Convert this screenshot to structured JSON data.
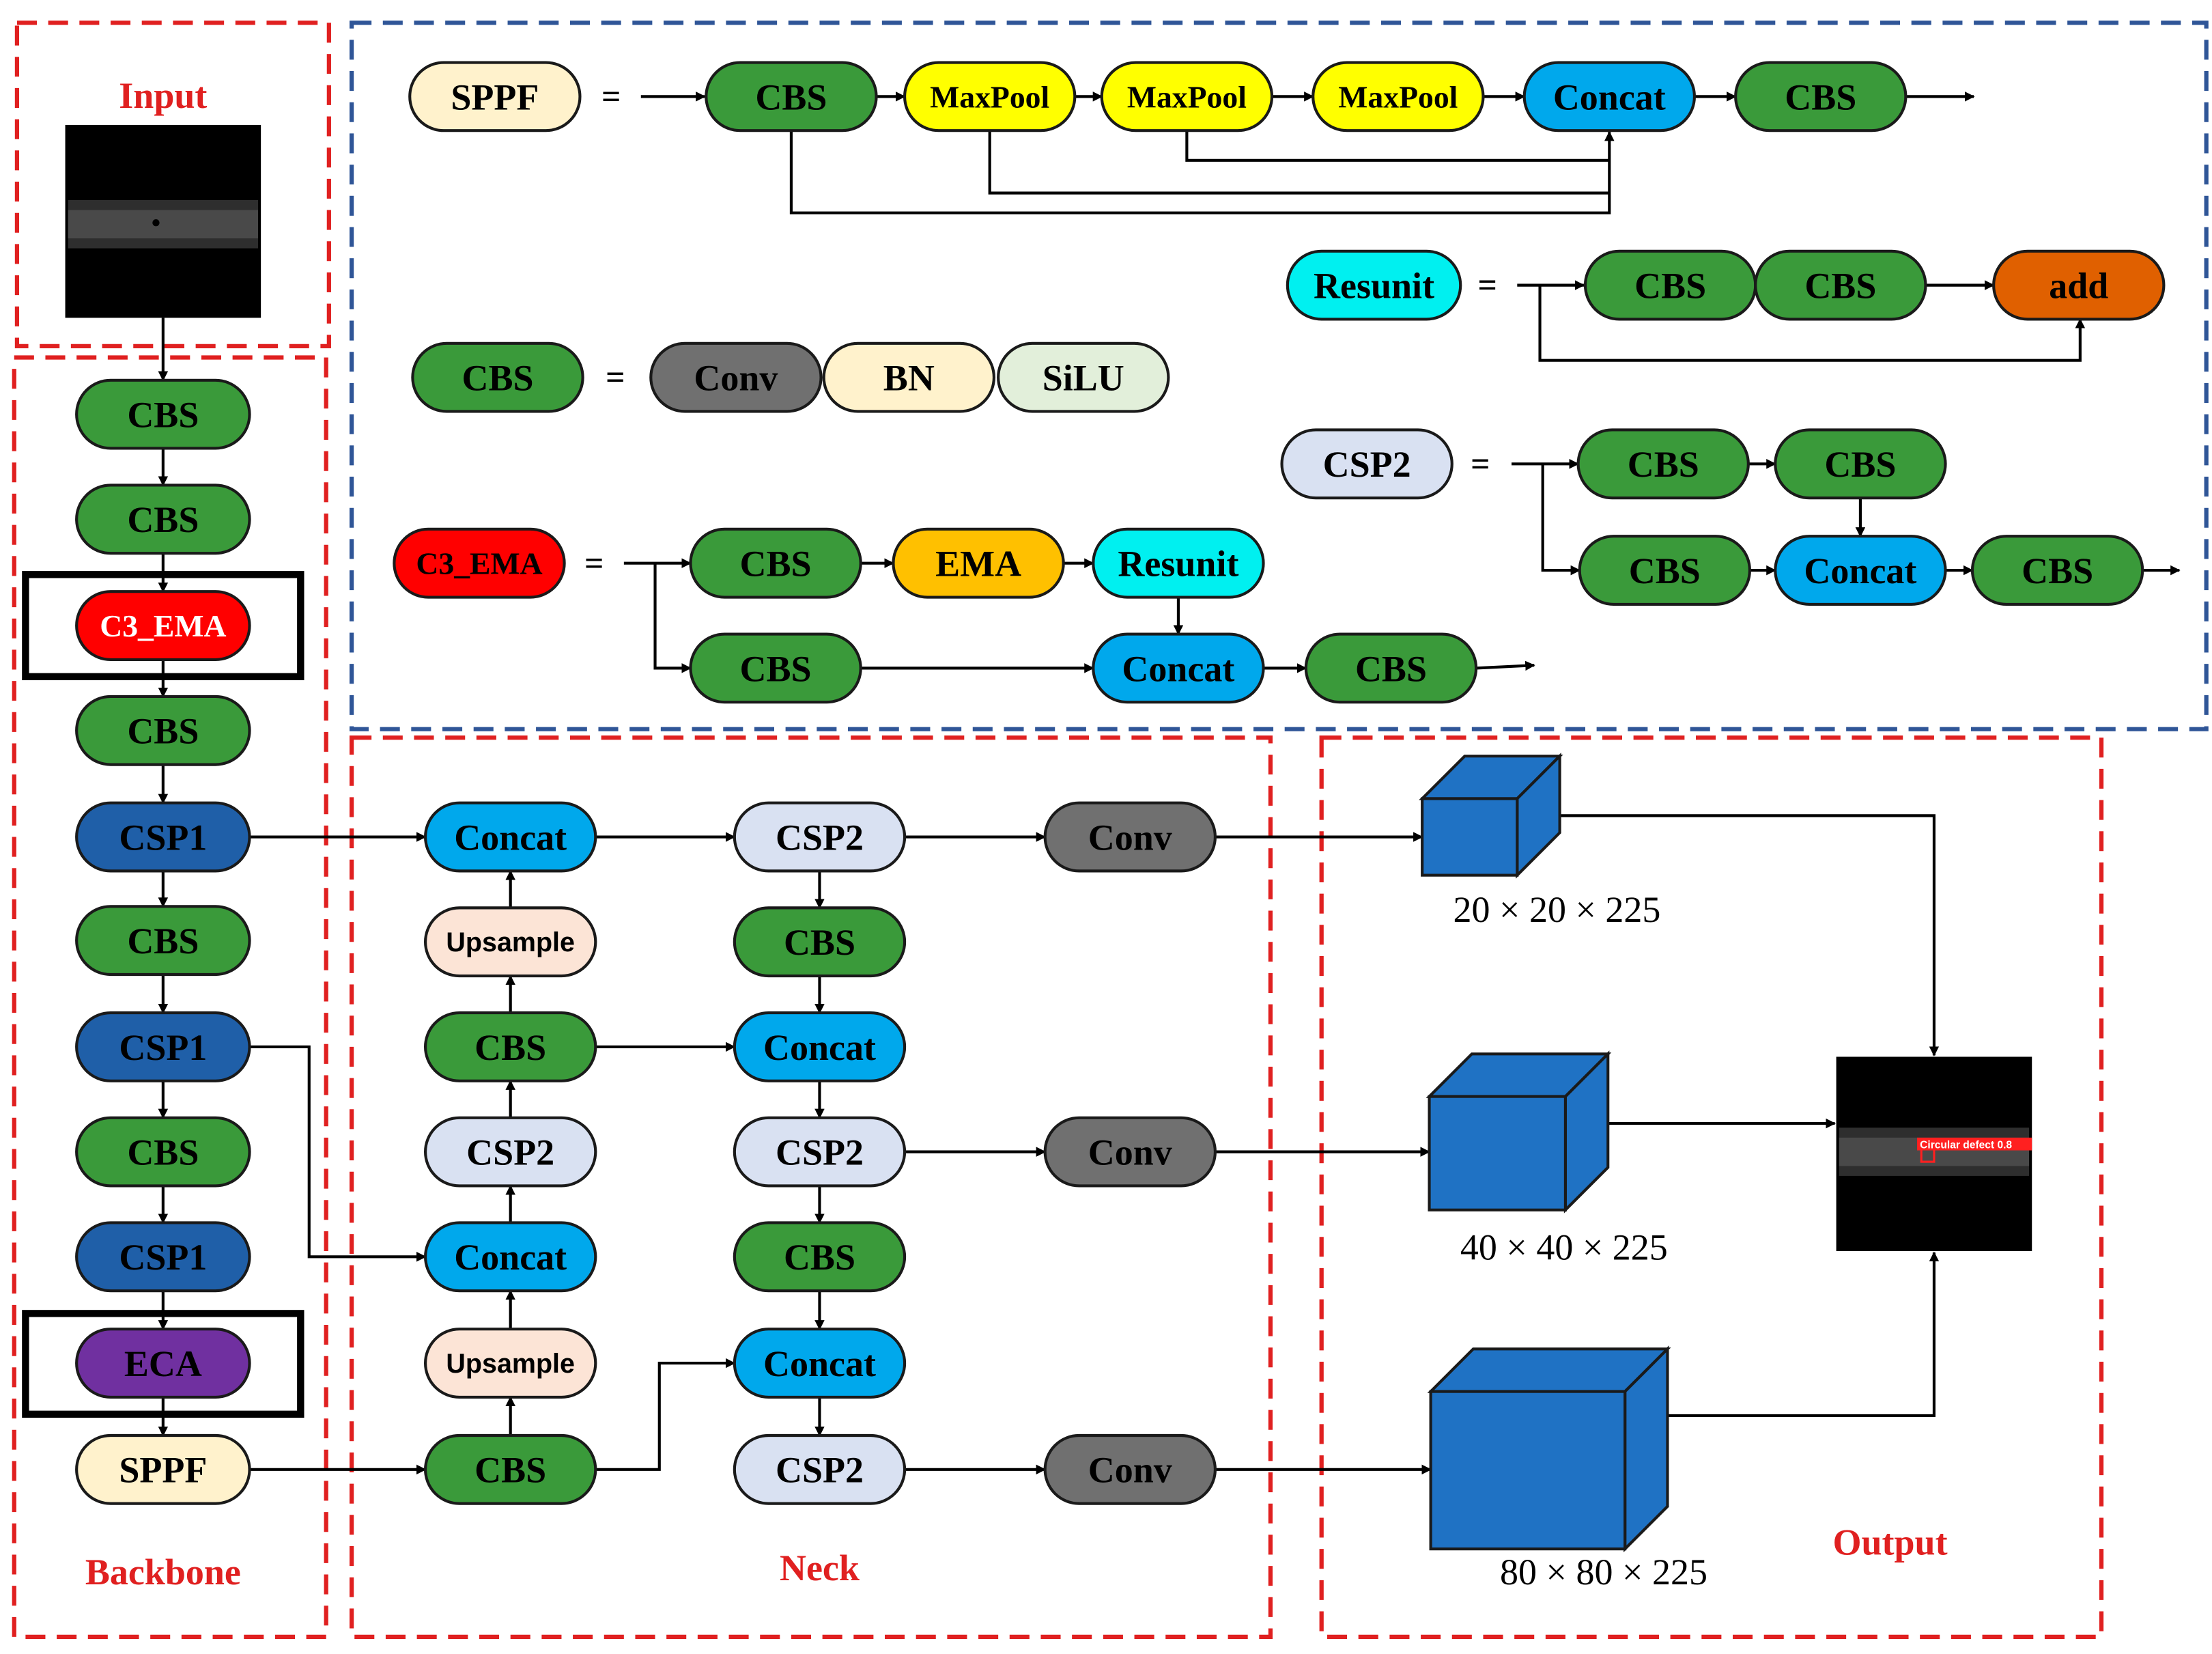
{
  "sections": {
    "input": "Input",
    "backbone": "Backbone",
    "neck": "Neck",
    "output": "Output"
  },
  "legend": {
    "eq": "=",
    "sppf": {
      "name": "SPPF",
      "items": [
        "CBS",
        "MaxPool",
        "MaxPool",
        "MaxPool",
        "Concat",
        "CBS"
      ]
    },
    "cbs": {
      "name": "CBS",
      "items": [
        "Conv",
        "BN",
        "SiLU"
      ]
    },
    "c3ema": {
      "name": "C3_EMA",
      "items": [
        "CBS",
        "EMA",
        "Resunit",
        "CBS",
        "Concat",
        "CBS"
      ]
    },
    "resunit": {
      "name": "Resunit",
      "items": [
        "CBS",
        "CBS",
        "add"
      ]
    },
    "csp2": {
      "name": "CSP2",
      "items": [
        "CBS",
        "CBS",
        "CBS",
        "Concat",
        "CBS"
      ]
    }
  },
  "backbone_nodes": [
    "CBS",
    "CBS",
    "C3_EMA",
    "CBS",
    "CSP1",
    "CBS",
    "CSP1",
    "CBS",
    "CSP1",
    "ECA",
    "SPPF"
  ],
  "neck": {
    "col1": [
      "Concat",
      "Upsample",
      "CBS",
      "CSP2",
      "Concat",
      "Upsample",
      "CBS"
    ],
    "col2": [
      "CSP2",
      "CBS",
      "Concat",
      "CSP2",
      "CBS",
      "Concat",
      "CSP2"
    ],
    "col3": [
      "Conv",
      "Conv",
      "Conv"
    ]
  },
  "output": {
    "sizes": [
      "20 × 20 × 225",
      "40 × 40 × 225",
      "80 × 80 × 225"
    ],
    "detection_label": "Circular defect 0.8"
  },
  "colors": {
    "cbs": "#3a9a3a",
    "maxpool": "#ffff00",
    "concat": "#00a8ec",
    "sppf": "#fff2cc",
    "resunit": "#00f0f0",
    "add": "#e06000",
    "conv": "#707070",
    "bn": "#fff2cc",
    "silu": "#e2efda",
    "c3ema": "#ff0000",
    "ema": "#ffc000",
    "csp2": "#d9e1f2",
    "csp1": "#1f5fa8",
    "eca": "#7030a0",
    "upsample": "#fce4d6",
    "cube": "#1f72c4",
    "red_dash": "#e02020",
    "blue_dash": "#2f5597",
    "section_title": "#e02020"
  }
}
